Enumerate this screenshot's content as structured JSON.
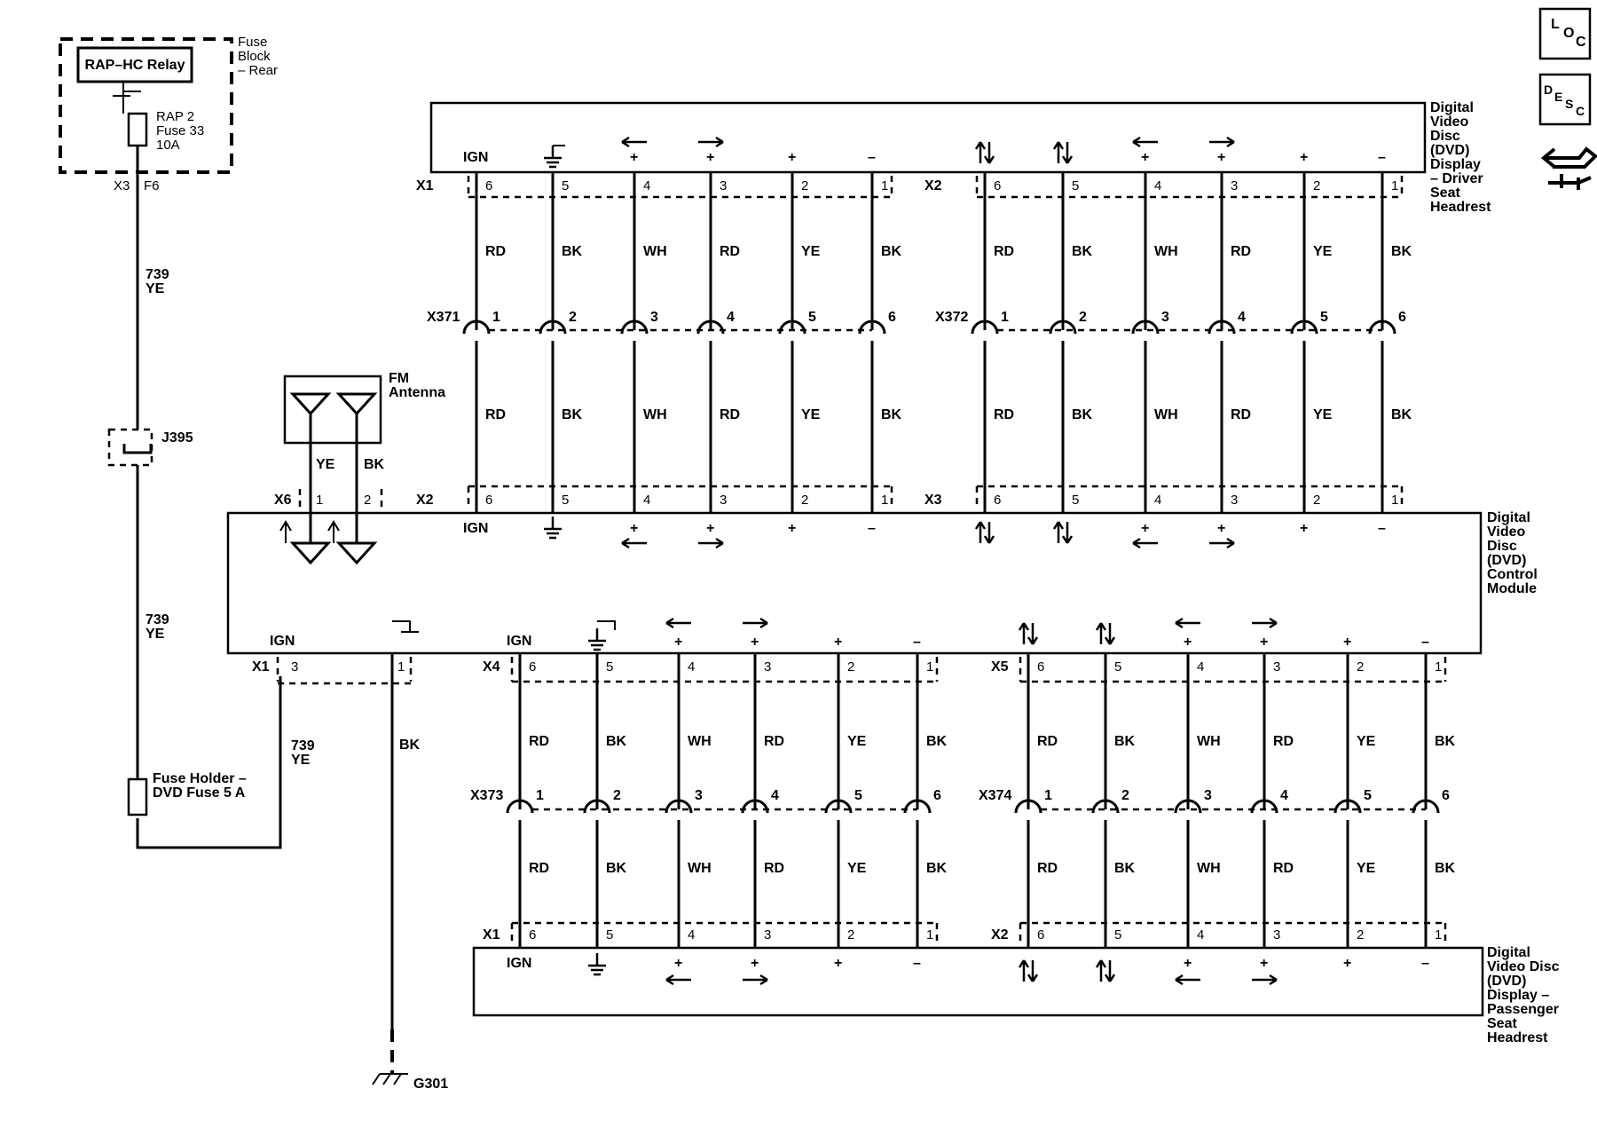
{
  "side_icons": [
    "LOC",
    "DESC",
    "connector-view-icon"
  ],
  "fuse_block": {
    "title": "Fuse Block – Rear",
    "relay": "RAP–HC Relay",
    "fuse": "RAP 2 Fuse 33 10A",
    "conn": "X3",
    "pin": "F6"
  },
  "circuit_739": {
    "number": "739",
    "color": "YE"
  },
  "splice": "J395",
  "fuse_holder": "Fuse Holder – DVD Fuse 5 A",
  "antenna": {
    "title": "FM Antenna",
    "wire_colors": [
      "YE",
      "BK"
    ],
    "conn": "X6",
    "pins": [
      "1",
      "2"
    ]
  },
  "ground": {
    "conn": "X1",
    "pins": [
      "3",
      "1"
    ],
    "wire": "BK",
    "ground_id": "G301",
    "ign": "IGN"
  },
  "driver_display": {
    "title": "Digital Video Disc (DVD) Display – Driver Seat Headrest",
    "ign": "IGN",
    "groups": [
      {
        "conn": "X1",
        "pins": [
          "6",
          "5",
          "4",
          "3",
          "2",
          "1"
        ]
      },
      {
        "conn": "X2",
        "pins": [
          "6",
          "5",
          "4",
          "3",
          "2",
          "1"
        ]
      }
    ]
  },
  "inline_upper": [
    {
      "conn": "X371",
      "pins": [
        "1",
        "2",
        "3",
        "4",
        "5",
        "6"
      ]
    },
    {
      "conn": "X372",
      "pins": [
        "1",
        "2",
        "3",
        "4",
        "5",
        "6"
      ]
    }
  ],
  "control_module": {
    "title": "Digital Video Disc (DVD) Control Module",
    "ign": "IGN",
    "upper_groups": [
      {
        "conn": "X2",
        "pins": [
          "6",
          "5",
          "4",
          "3",
          "2",
          "1"
        ]
      },
      {
        "conn": "X3",
        "pins": [
          "6",
          "5",
          "4",
          "3",
          "2",
          "1"
        ]
      }
    ],
    "lower_groups": [
      {
        "conn": "X4",
        "pins": [
          "6",
          "5",
          "4",
          "3",
          "2",
          "1"
        ]
      },
      {
        "conn": "X5",
        "pins": [
          "6",
          "5",
          "4",
          "3",
          "2",
          "1"
        ]
      }
    ]
  },
  "inline_lower": [
    {
      "conn": "X373",
      "pins": [
        "1",
        "2",
        "3",
        "4",
        "5",
        "6"
      ]
    },
    {
      "conn": "X374",
      "pins": [
        "1",
        "2",
        "3",
        "4",
        "5",
        "6"
      ]
    }
  ],
  "passenger_display": {
    "title": "Digital Video Disc (DVD) Display – Passenger Seat Headrest",
    "ign": "IGN",
    "groups": [
      {
        "conn": "X1",
        "pins": [
          "6",
          "5",
          "4",
          "3",
          "2",
          "1"
        ]
      },
      {
        "conn": "X2",
        "pins": [
          "6",
          "5",
          "4",
          "3",
          "2",
          "1"
        ]
      }
    ]
  },
  "wire_colors": [
    "RD",
    "BK",
    "WH",
    "RD",
    "YE",
    "BK"
  ],
  "pin_symbols": [
    "",
    "",
    "+",
    "+",
    "+",
    "–"
  ]
}
